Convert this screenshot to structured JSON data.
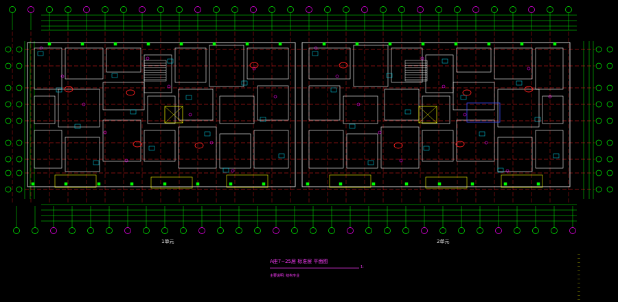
{
  "drawing": {
    "unit_labels": [
      "1单元",
      "2单元"
    ],
    "title": "A座7~25层 标准层 平面图",
    "scale": "1:",
    "subtitle": "主要说明: 结构专业",
    "colors": {
      "background": "#000000",
      "axis": "#00ff00",
      "wall": "#ffffff",
      "bubble": "#ff00ff",
      "accent_red": "#ff2020",
      "yellow": "#ffff00",
      "cyan": "#00e5ff",
      "blue": "#3a4dff"
    }
  },
  "legend": [
    "—",
    "—",
    "—",
    "—",
    "—",
    "—",
    "—",
    "—",
    "—",
    "—",
    "—",
    "—"
  ]
}
